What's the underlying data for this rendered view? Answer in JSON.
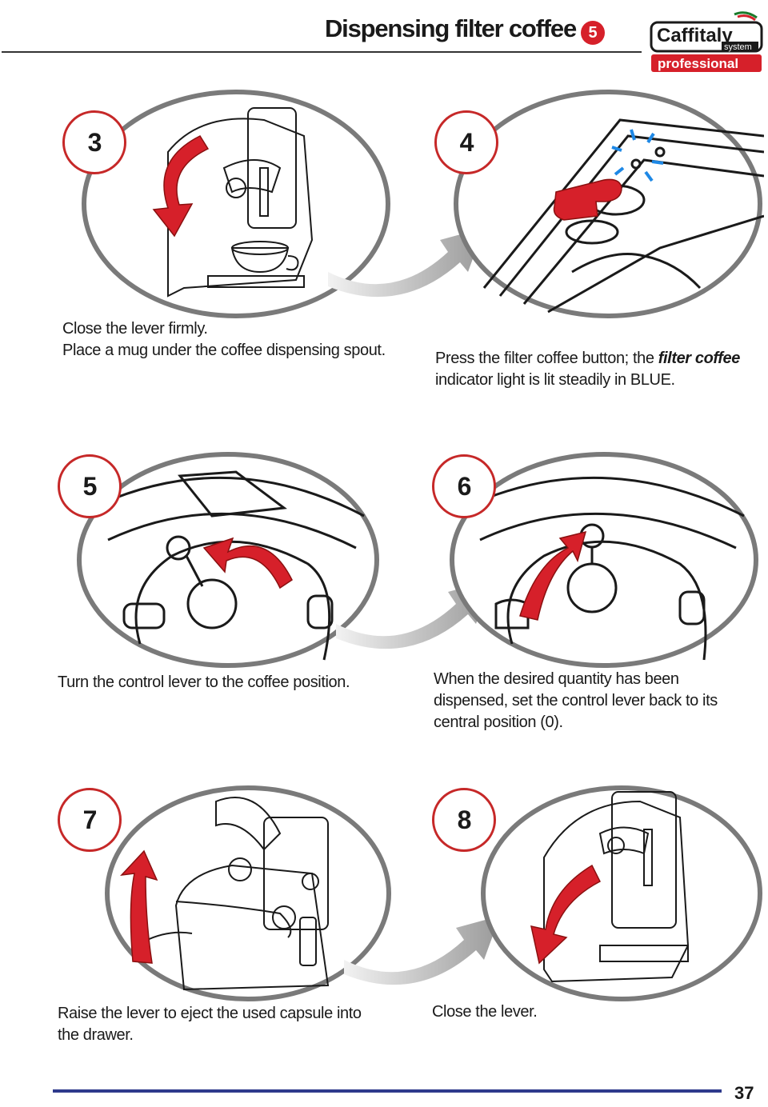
{
  "header": {
    "title": "Dispensing filter coffee",
    "chapter": "5",
    "logo_name": "Caffitaly",
    "logo_system": "system",
    "logo_professional": "professional"
  },
  "steps": [
    {
      "number": "3",
      "caption": "Close the lever firmly.\nPlace a mug under the coffee dispensing spout."
    },
    {
      "number": "4",
      "caption_before": "Press the filter coffee button; the ",
      "caption_emphasis": "filter coffee",
      "caption_after": "indicator light is lit steadily in BLUE."
    },
    {
      "number": "5",
      "caption": "Turn the control lever to the coffee position."
    },
    {
      "number": "6",
      "caption": "When the desired quantity has been\ndispensed, set the control lever back to its\ncentral position (0)."
    },
    {
      "number": "7",
      "caption": "Raise the lever to eject the used capsule into\nthe drawer."
    },
    {
      "number": "8",
      "caption": "Close the lever."
    }
  ],
  "footer": {
    "page_number": "37"
  },
  "colors": {
    "accent_red": "#d6202a",
    "ring_grey": "#7a7a7a",
    "footer_blue": "#2e3a8c",
    "indicator_blue": "#1e88e5"
  }
}
